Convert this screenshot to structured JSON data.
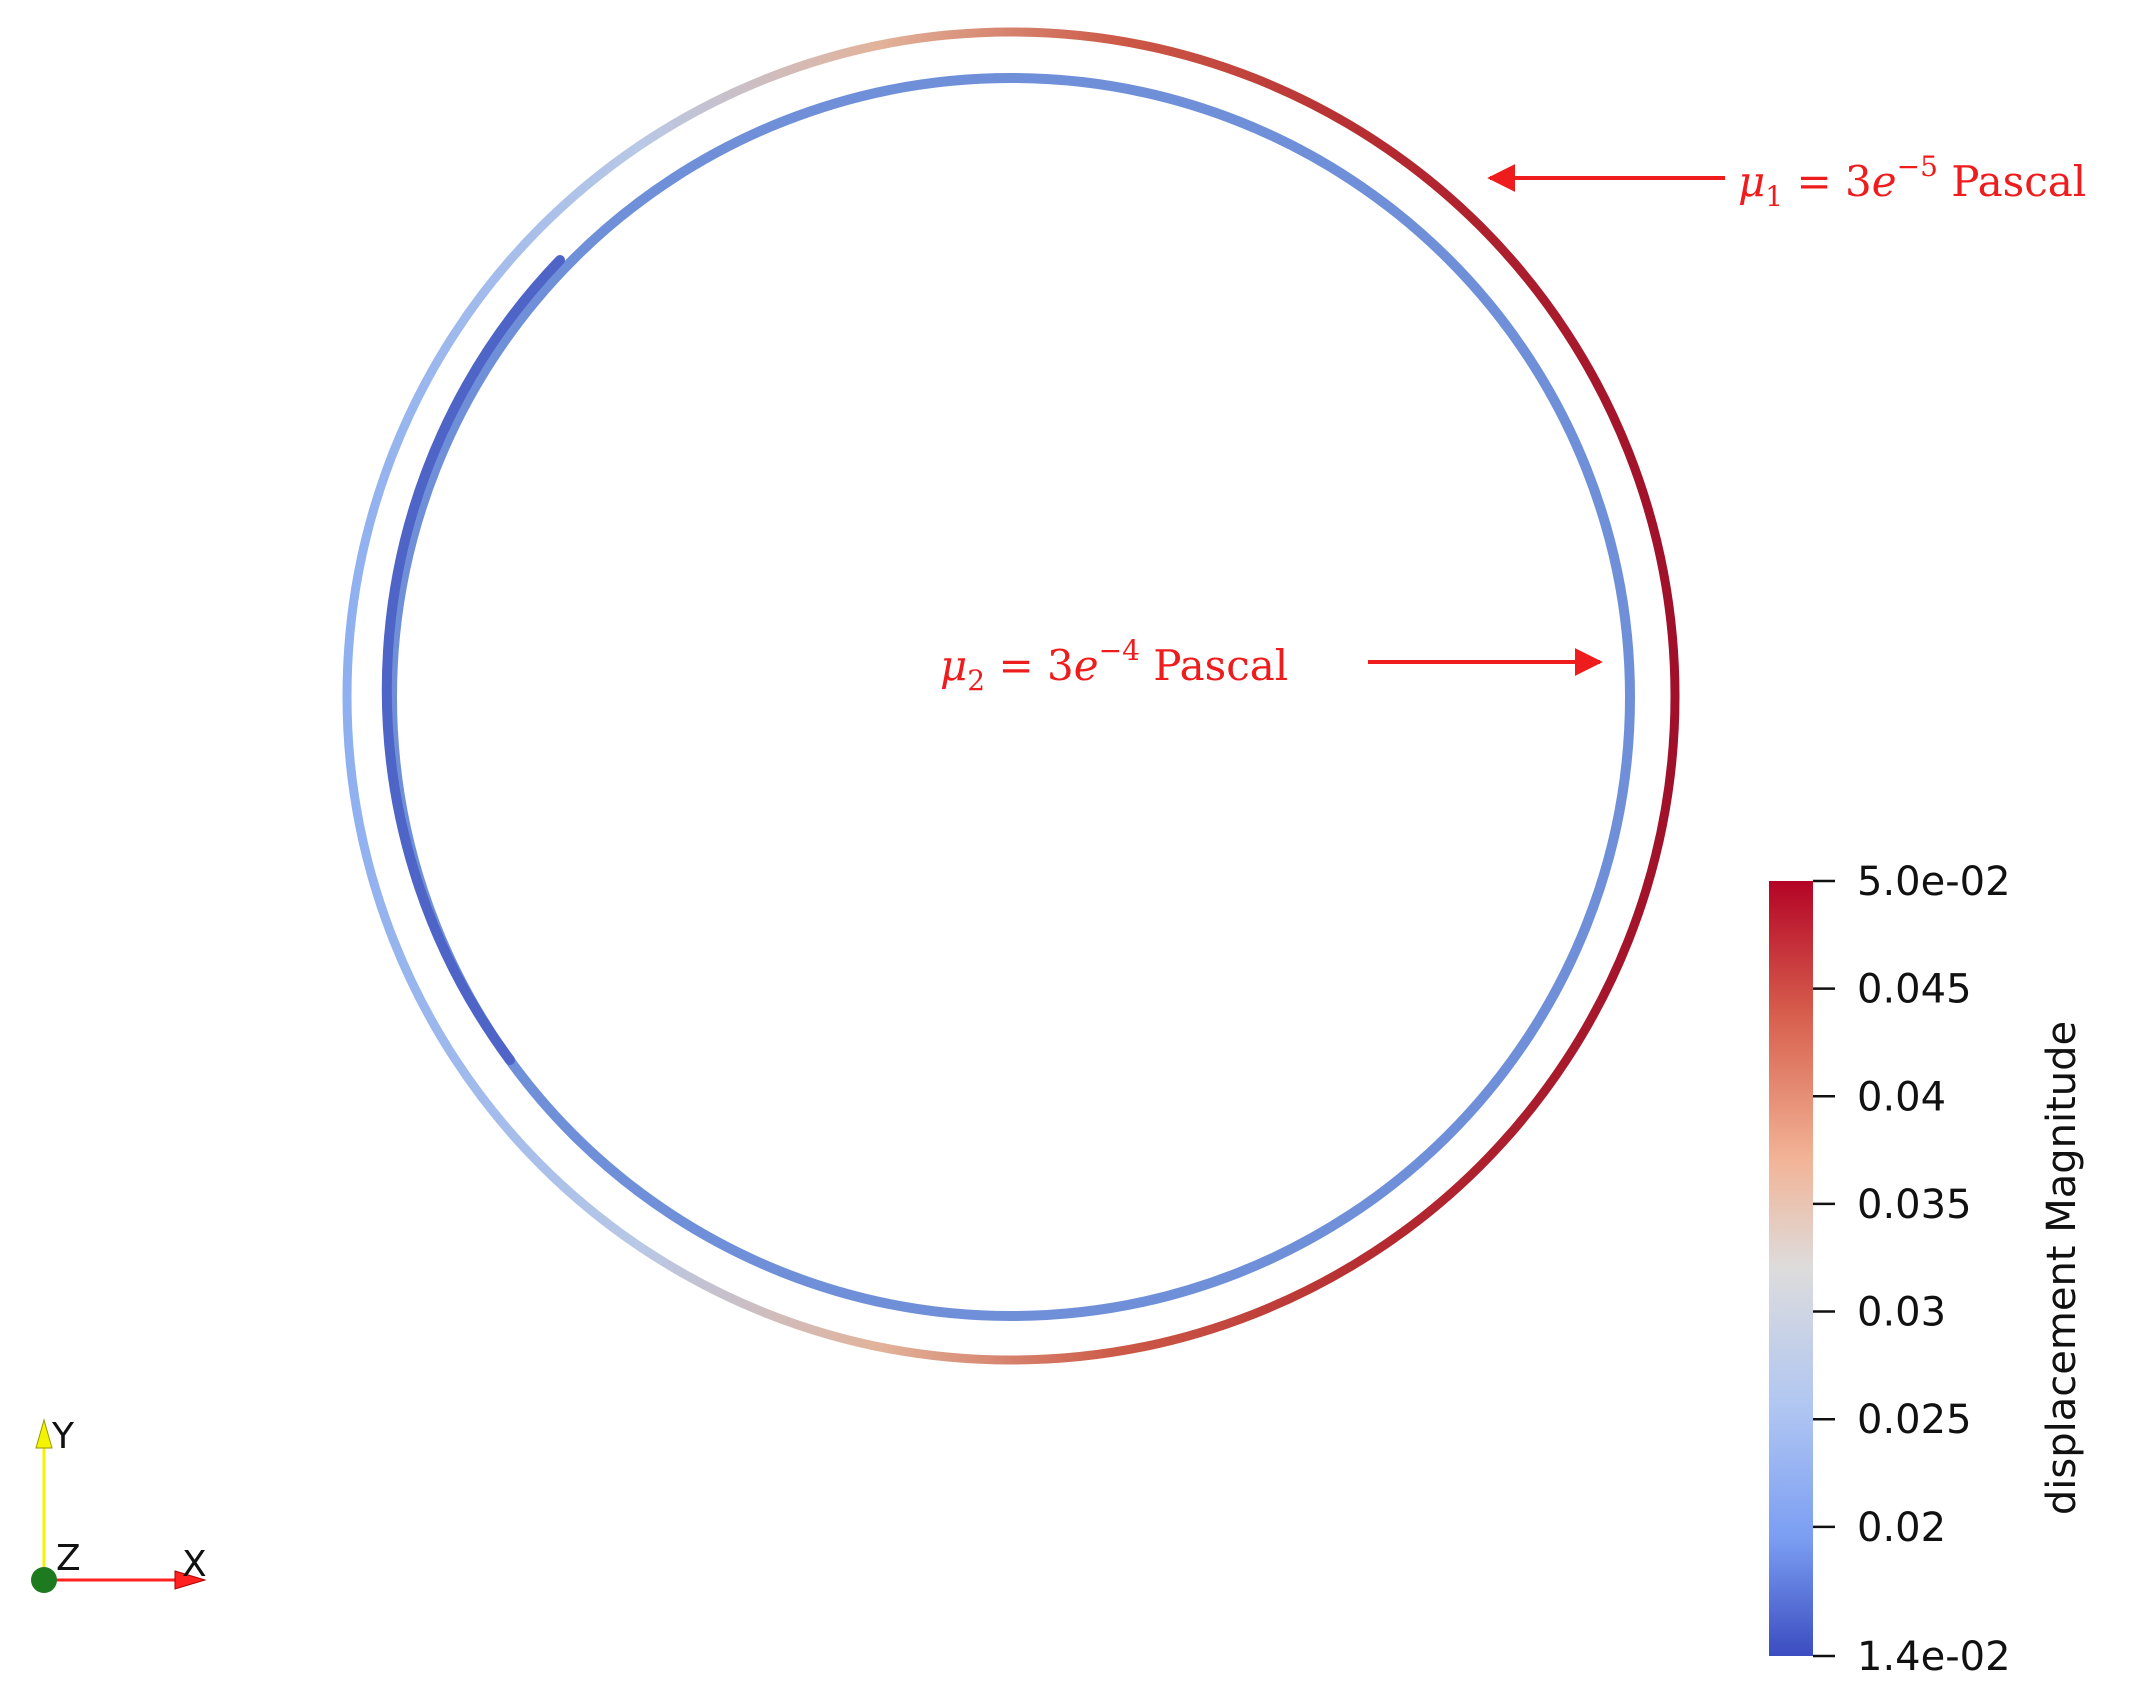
{
  "annotations": {
    "mu1": {
      "symbol": "μ",
      "sub": "1",
      "equals": " = 3",
      "e": "e",
      "exp": "−5",
      "unit": " Pascal"
    },
    "mu2": {
      "symbol": "μ",
      "sub": "2",
      "equals": " = 3",
      "e": "e",
      "exp": "−4",
      "unit": " Pascal"
    },
    "color": "#ee1c1c"
  },
  "colorbar": {
    "title": "displacement Magnitude",
    "range": [
      0.014,
      0.05
    ],
    "ticks": [
      {
        "value": 0.05,
        "label": "5.0e-02"
      },
      {
        "value": 0.045,
        "label": "0.045"
      },
      {
        "value": 0.04,
        "label": "0.04"
      },
      {
        "value": 0.035,
        "label": "0.035"
      },
      {
        "value": 0.03,
        "label": "0.03"
      },
      {
        "value": 0.025,
        "label": "0.025"
      },
      {
        "value": 0.02,
        "label": "0.02"
      },
      {
        "value": 0.014,
        "label": "1.4e-02"
      }
    ],
    "colors": {
      "low": "#3b4cc0",
      "mid": "#dddddd",
      "high": "#b40426"
    }
  },
  "orientation_axes": {
    "x_label": "X",
    "y_label": "Y",
    "z_label": "Z",
    "x_color": "#ff2020",
    "y_color": "#f4f400",
    "z_color": "#1e7a1e"
  }
}
